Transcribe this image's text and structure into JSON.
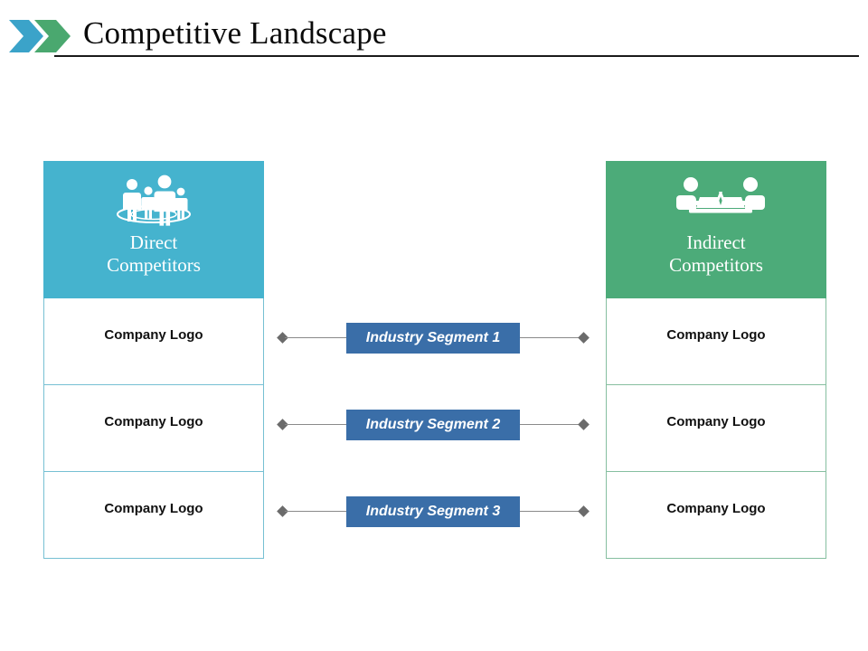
{
  "header": {
    "title": "Competitive Landscape",
    "logo_icon": "double-chevron-logo",
    "logo_colors": [
      "#3ba3c9",
      "#4aa86f"
    ]
  },
  "columns": [
    {
      "id": "direct",
      "title": "Direct\nCompetitors",
      "title_line1": "Direct",
      "title_line2": "Competitors",
      "icon": "group-of-people-icon",
      "header_color": "#45b3ce",
      "border_color": "#76c0d3",
      "cells": [
        {
          "label": "Company Logo"
        },
        {
          "label": "Company Logo"
        },
        {
          "label": "Company Logo"
        }
      ]
    },
    {
      "id": "indirect",
      "title": "Indirect\nCompetitors",
      "title_line1": "Indirect",
      "title_line2": "Competitors",
      "icon": "two-people-laptops-icon",
      "header_color": "#4cab79",
      "border_color": "#86bfa0",
      "cells": [
        {
          "label": "Company Logo"
        },
        {
          "label": "Company Logo"
        },
        {
          "label": "Company Logo"
        }
      ]
    }
  ],
  "segments": [
    {
      "label": "Industry Segment 1",
      "color": "#3a6ea8"
    },
    {
      "label": "Industry Segment 2",
      "color": "#3a6ea8"
    },
    {
      "label": "Industry Segment 3",
      "color": "#3a6ea8"
    }
  ],
  "connector": {
    "line_color": "#8a8a8a",
    "endpoint_icon": "diamond-endpoint"
  }
}
